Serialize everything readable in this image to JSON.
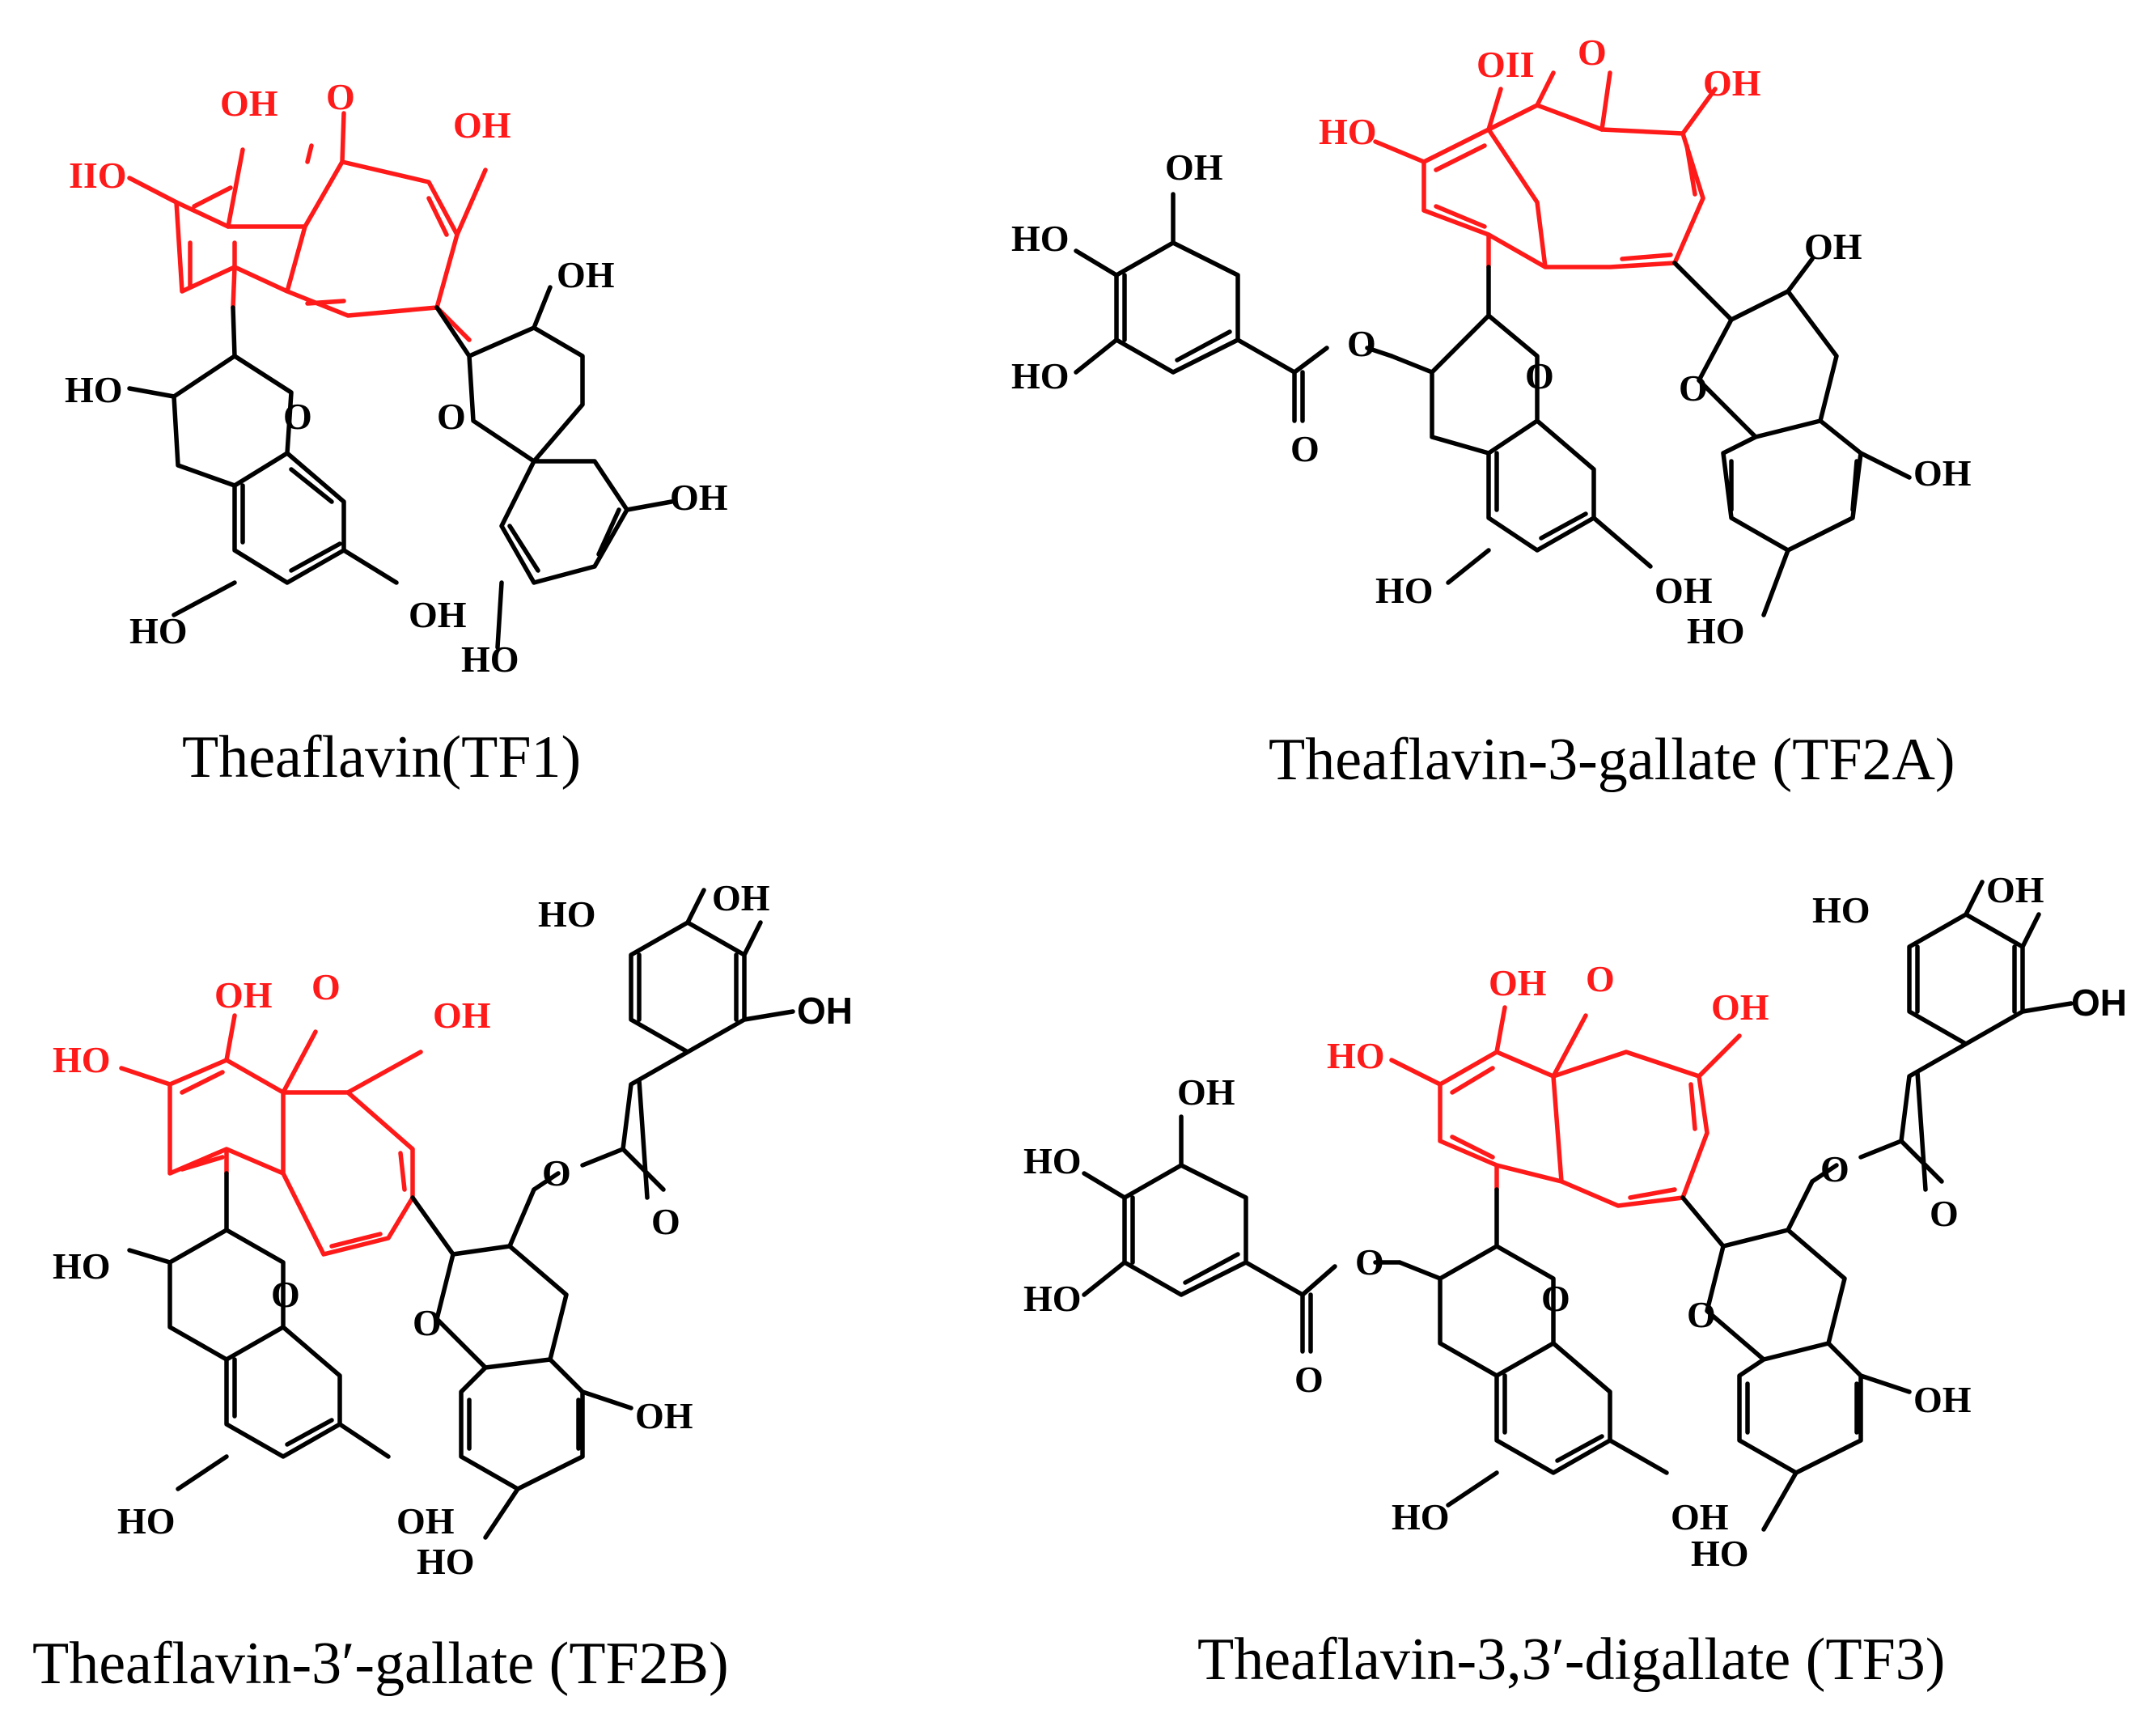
{
  "colors": {
    "core": "#ff1a1a",
    "bonds": "#000000",
    "background": "#ffffff"
  },
  "labels": {
    "oh": "OH",
    "ho": "HO",
    "o": "O",
    "oh_misread": "OII",
    "ho_misread": "IIO"
  },
  "structures": [
    {
      "caption": "Theaflavin(TF1)"
    },
    {
      "caption": "Theaflavin-3-gallate (TF2A)"
    },
    {
      "caption": "Theaflavin-3′-gallate (TF2B)"
    },
    {
      "caption": "Theaflavin-3,3′-digallate (TF3)"
    }
  ]
}
